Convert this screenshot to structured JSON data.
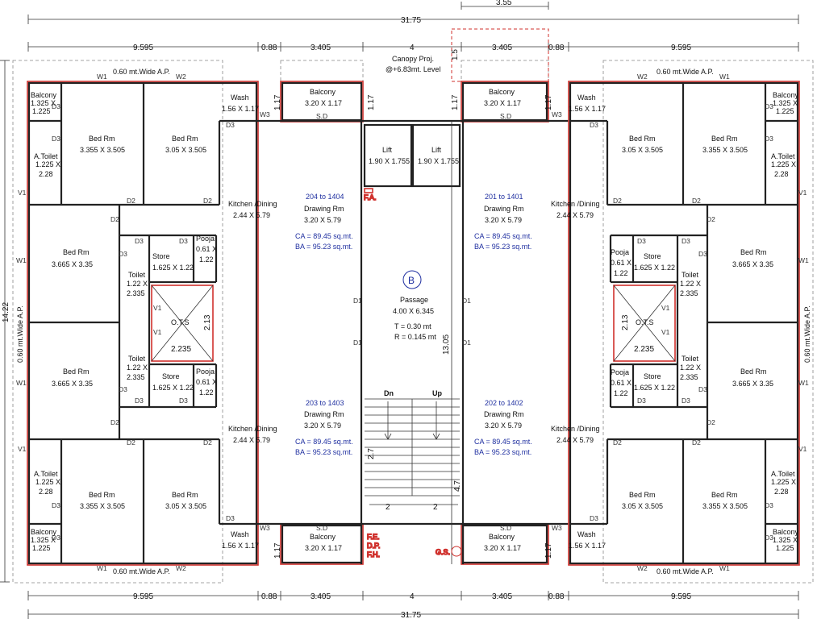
{
  "dimensions": {
    "total_width": "31.75",
    "left_wing": "9.595",
    "gap_a": "0.88",
    "balcony_span": "3.405",
    "center": "4",
    "top_offset": "3.55",
    "proj": "1.5",
    "total_height": "14.22",
    "gap_b": "1.17",
    "passage_height": "13.05",
    "stair_run": "2.7",
    "stair_half": "2",
    "stair_land": "4.7",
    "ots_w": "2.235",
    "ots_h": "2.13"
  },
  "labels": {
    "canopy_line1": "Canopy Proj.",
    "canopy_line2": "@+6.83mt. Level",
    "wide_ap": "0.60 mt.Wide A.P.",
    "wide_ap_v": "0.60 mt.Wide A.P.",
    "block": "B",
    "fa": "F.A.",
    "fe": "F.E.",
    "dp": "D.P.",
    "fh": "F.H.",
    "gs": "G.S.",
    "dn": "Dn",
    "up": "Up",
    "sd": "S.D",
    "ots": "O.T.S"
  },
  "rooms": {
    "balcony_small": "Balcony",
    "balcony_small_size_a": "1.325 X",
    "balcony_small_size_b": "1.225",
    "bedrm": "Bed Rm",
    "bed_3355": "3.355 X 3.505",
    "bed_305": "3.05 X 3.505",
    "bed_3665": "3.665 X 3.35",
    "atoilet": "A.Toilet",
    "atoilet_a": "1.225 X",
    "atoilet_b": "2.28",
    "wash": "Wash",
    "wash_size": "1.56 X 1.17",
    "balcony": "Balcony",
    "balcony_size": "3.20 X 1.17",
    "kitchen": "Kitchen /Dining",
    "kitchen_size": "2.44 X 5.79",
    "drawing": "Drawing Rm",
    "drawing_size": "3.20 X 5.79",
    "ca": "CA = 89.45 sq.mt.",
    "ba": "BA = 95.23 sq.mt.",
    "flat_tl": "204 to 1404",
    "flat_tr": "201 to 1401",
    "flat_bl": "203 to 1403",
    "flat_br": "202 to 1402",
    "lift": "Lift",
    "lift_size": "1.90 X 1.755",
    "store": "Store",
    "store_size": "1.625 X 1.22",
    "pooja": "Pooja",
    "pooja_a": "0.61 X",
    "pooja_b": "1.22",
    "toilet": "Toilet",
    "toilet_a": "1.22 X",
    "toilet_b": "2.335",
    "passage": "Passage",
    "passage_size": "4.00 X 6.345",
    "t": "T = 0.30 mt",
    "r": "R = 0.145 mt"
  },
  "doors": {
    "w1": "W1",
    "w2": "W2",
    "w3": "W3",
    "v1": "V1",
    "d1": "D1",
    "d2": "D2",
    "d3": "D3"
  }
}
